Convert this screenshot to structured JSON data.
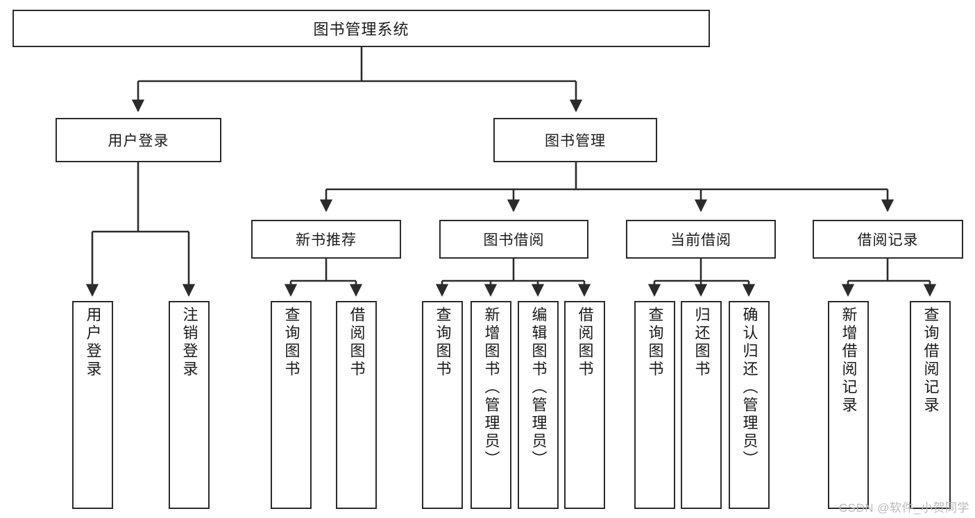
{
  "diagram": {
    "type": "tree",
    "title": "图书管理系统",
    "watermark": "CSDN @软件_小贺同学",
    "colors": {
      "stroke": "#2b2b2b",
      "fill": "#ffffff",
      "text": "#1a1a1a",
      "watermark": "#b9b9b9"
    },
    "nodes": {
      "root": {
        "label": "图书管理系统"
      },
      "level2": [
        {
          "id": "user-login",
          "label": "用户登录"
        },
        {
          "id": "book-management",
          "label": "图书管理"
        }
      ],
      "level3": [
        {
          "id": "new-book-recommend",
          "label": "新书推荐"
        },
        {
          "id": "book-borrow",
          "label": "图书借阅"
        },
        {
          "id": "current-borrow",
          "label": "当前借阅"
        },
        {
          "id": "borrow-record",
          "label": "借阅记录"
        }
      ],
      "leaves": {
        "user_login": [
          {
            "id": "leaf-user-login",
            "label": "用户登录"
          },
          {
            "id": "leaf-logout",
            "label": "注销登录"
          }
        ],
        "new_book_recommend": [
          {
            "id": "leaf-query-book-1",
            "label": "查询图书"
          },
          {
            "id": "leaf-borrow-book-1",
            "label": "借阅图书"
          }
        ],
        "book_borrow": [
          {
            "id": "leaf-query-book-2",
            "label": "查询图书"
          },
          {
            "id": "leaf-add-book",
            "label": "新增图书（管理员）"
          },
          {
            "id": "leaf-edit-book",
            "label": "编辑图书（管理员）"
          },
          {
            "id": "leaf-borrow-book-2",
            "label": "借阅图书"
          }
        ],
        "current_borrow": [
          {
            "id": "leaf-query-book-3",
            "label": "查询图书"
          },
          {
            "id": "leaf-return-book",
            "label": "归还图书"
          },
          {
            "id": "leaf-confirm-return",
            "label": "确认归还（管理员）"
          }
        ],
        "borrow_record": [
          {
            "id": "leaf-add-record",
            "label": "新增借阅记录"
          },
          {
            "id": "leaf-query-record",
            "label": "查询借阅记录"
          }
        ]
      }
    }
  }
}
